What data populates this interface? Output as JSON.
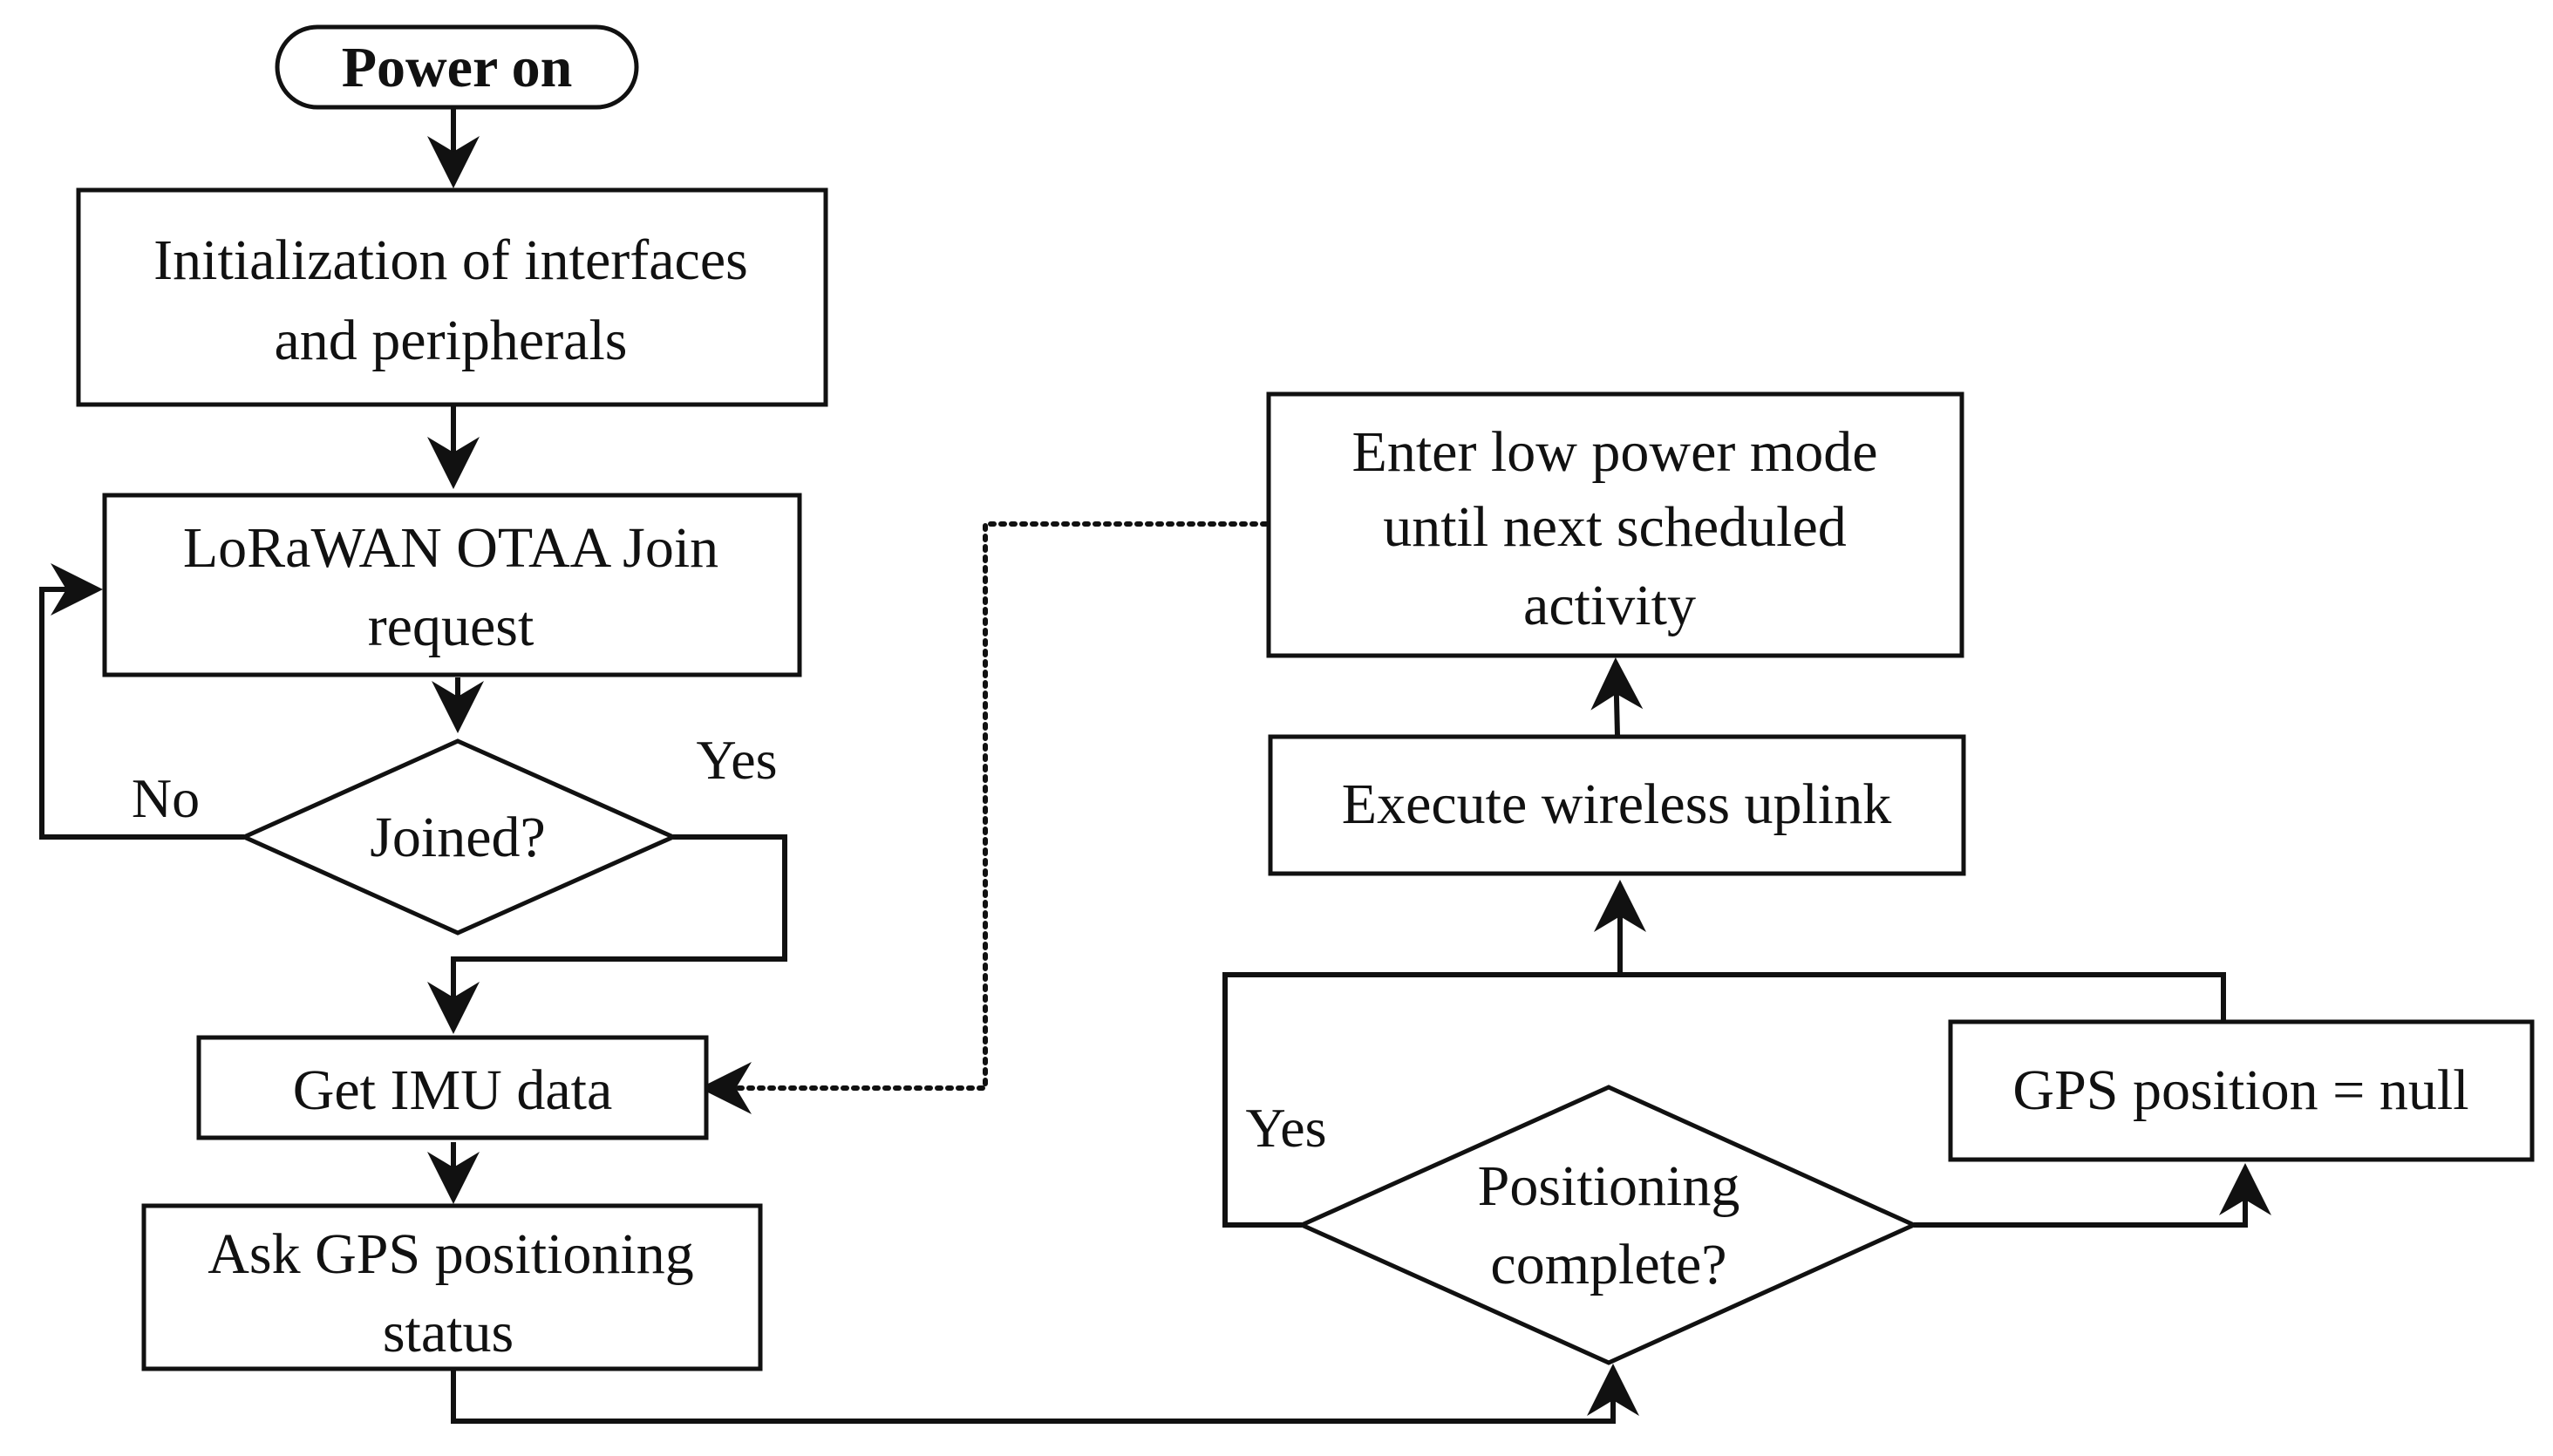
{
  "diagram": {
    "nodes": {
      "power_on": "Power on",
      "init_line1": "Initialization of interfaces",
      "init_line2": "and peripherals",
      "join_line1": "LoRaWAN OTAA Join",
      "join_line2": "request",
      "joined": "Joined?",
      "imu": "Get IMU data",
      "gps_ask_line1": "Ask GPS positioning",
      "gps_ask_line2": "status",
      "pos_line1": "Positioning",
      "pos_line2": "complete?",
      "gps_null": "GPS position = null",
      "uplink": "Execute wireless uplink",
      "lowpower_line1": "Enter low power mode",
      "lowpower_line2": "until next scheduled",
      "lowpower_line3": "activity"
    },
    "labels": {
      "no": "No",
      "yes_join": "Yes",
      "yes_pos": "Yes"
    },
    "colors": {
      "stroke": "#111111",
      "background": "#ffffff"
    }
  }
}
